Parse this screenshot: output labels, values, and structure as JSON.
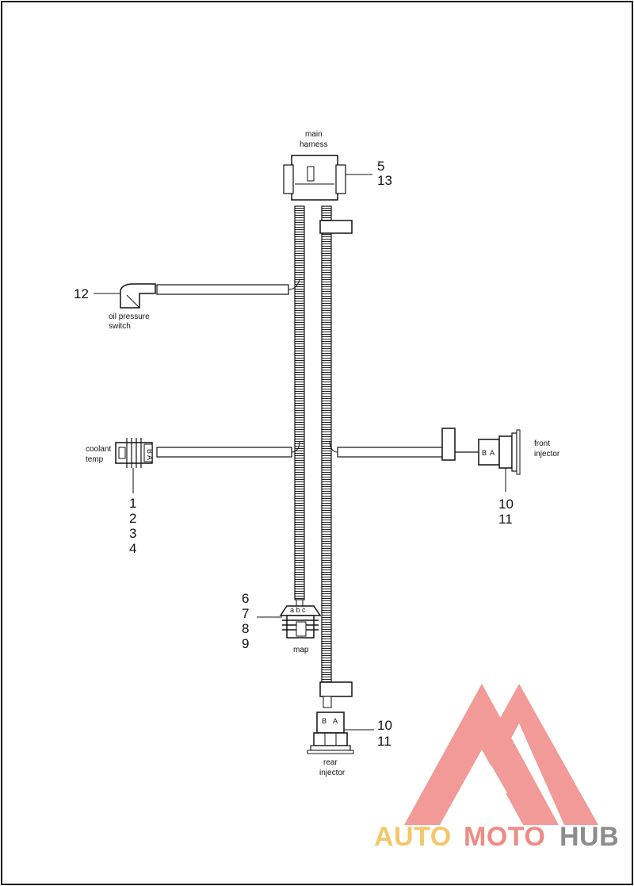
{
  "labels": {
    "main_harness_line1": "main",
    "main_harness_line2": "harness",
    "oil_line1": "oil pressure",
    "oil_line2": "switch",
    "coolant_line1": "coolant",
    "coolant_line2": "temp",
    "front_line1": "front",
    "front_line2": "injector",
    "map": "map",
    "rear_line1": "rear",
    "rear_line2": "injector"
  },
  "callouts": {
    "main_harness": [
      "5",
      "13"
    ],
    "oil_pressure_switch": [
      "12"
    ],
    "coolant_temp": [
      "1",
      "2",
      "3",
      "4"
    ],
    "front_injector": [
      "10",
      "11"
    ],
    "map": [
      "6",
      "7",
      "8",
      "9"
    ],
    "rear_injector": [
      "10",
      "11"
    ]
  },
  "pins": {
    "front_b": "B",
    "front_a": "A",
    "rear_b": "B",
    "rear_a": "A",
    "map_pins": "a b c",
    "coolant_pins": "B A"
  },
  "watermark": {
    "part1": "AUTO",
    "part2": "MOTO",
    "part3": "HUB",
    "color_auto": "#f5c66b",
    "color_moto": "#f08a84",
    "color_hub": "#8c8c8c",
    "logo_color": "#f0908c"
  }
}
